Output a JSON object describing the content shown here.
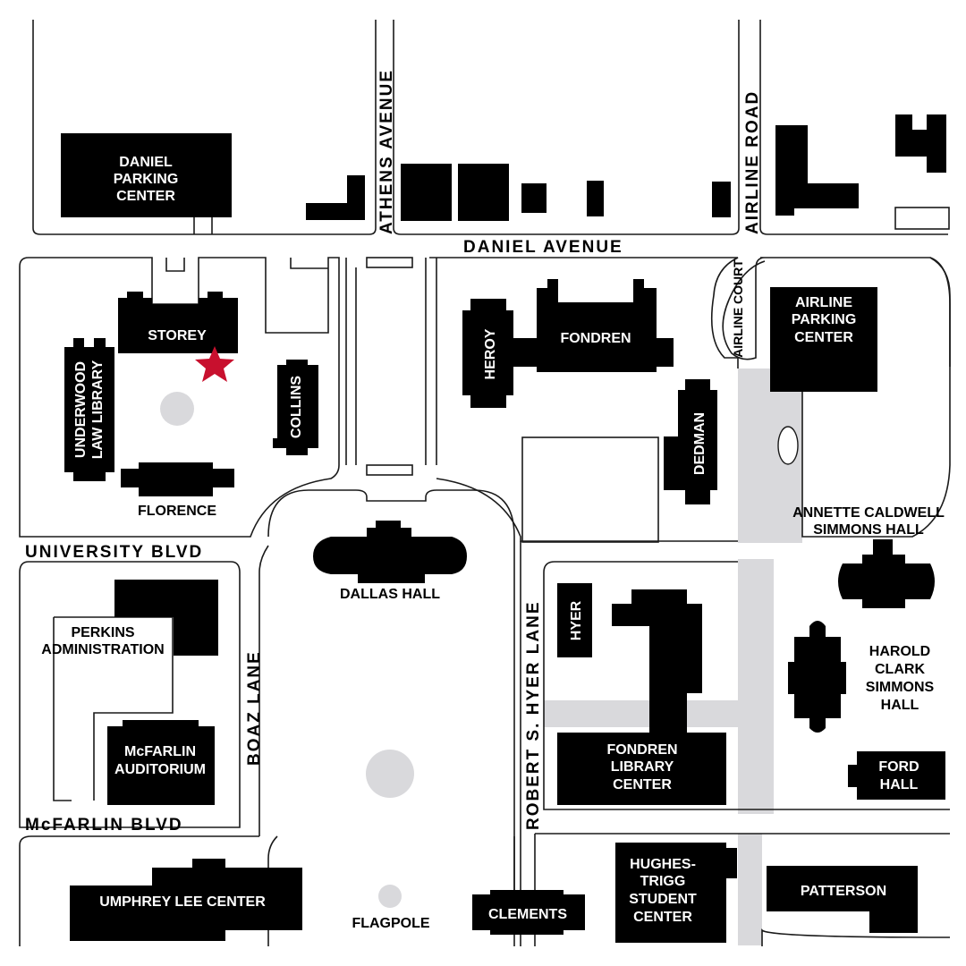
{
  "map": {
    "colors": {
      "building": "#000000",
      "walkway": "#d9d9dc",
      "marker": "#c8102e",
      "road_edge": "#1a1a1a",
      "background": "#ffffff"
    },
    "marker_icon": "star-icon",
    "streets": {
      "athens_avenue": "ATHENS AVENUE",
      "airline_road": "AIRLINE ROAD",
      "daniel_avenue": "DANIEL AVENUE",
      "airline_court": "AIRLINE COURT",
      "university_blvd": "UNIVERSITY BLVD",
      "boaz_lane": "BOAZ LANE",
      "robert_s_hyer_lane": "ROBERT S. HYER LANE",
      "mcfarlin_blvd": "McFARLIN BLVD"
    },
    "buildings": {
      "daniel_parking": [
        "DANIEL",
        "PARKING",
        "CENTER"
      ],
      "storey": "STOREY",
      "underwood": [
        "UNDERWOOD",
        "LAW LIBRARY"
      ],
      "collins": "COLLINS",
      "florence": "FLORENCE",
      "heroy": "HEROY",
      "fondren": "FONDREN",
      "airline_parking": [
        "AIRLINE",
        "PARKING",
        "CENTER"
      ],
      "dedman": "DEDMAN",
      "annette": [
        "ANNETTE CALDWELL",
        "SIMMONS HALL"
      ],
      "dallas_hall": "DALLAS HALL",
      "perkins": [
        "PERKINS",
        "ADMINISTRATION"
      ],
      "hyer": "HYER",
      "harold": [
        "HAROLD",
        "CLARK",
        "SIMMONS",
        "HALL"
      ],
      "mcfarlin_aud": [
        "McFARLIN",
        "AUDITORIUM"
      ],
      "fondren_library": [
        "FONDREN",
        "LIBRARY",
        "CENTER"
      ],
      "ford_hall": [
        "FORD",
        "HALL"
      ],
      "hughes_trigg": [
        "HUGHES-",
        "TRIGG",
        "STUDENT",
        "CENTER"
      ],
      "patterson": "PATTERSON",
      "umphrey_lee": "UMPHREY LEE CENTER",
      "flagpole": "FLAGPOLE",
      "clements": "CLEMENTS"
    }
  }
}
